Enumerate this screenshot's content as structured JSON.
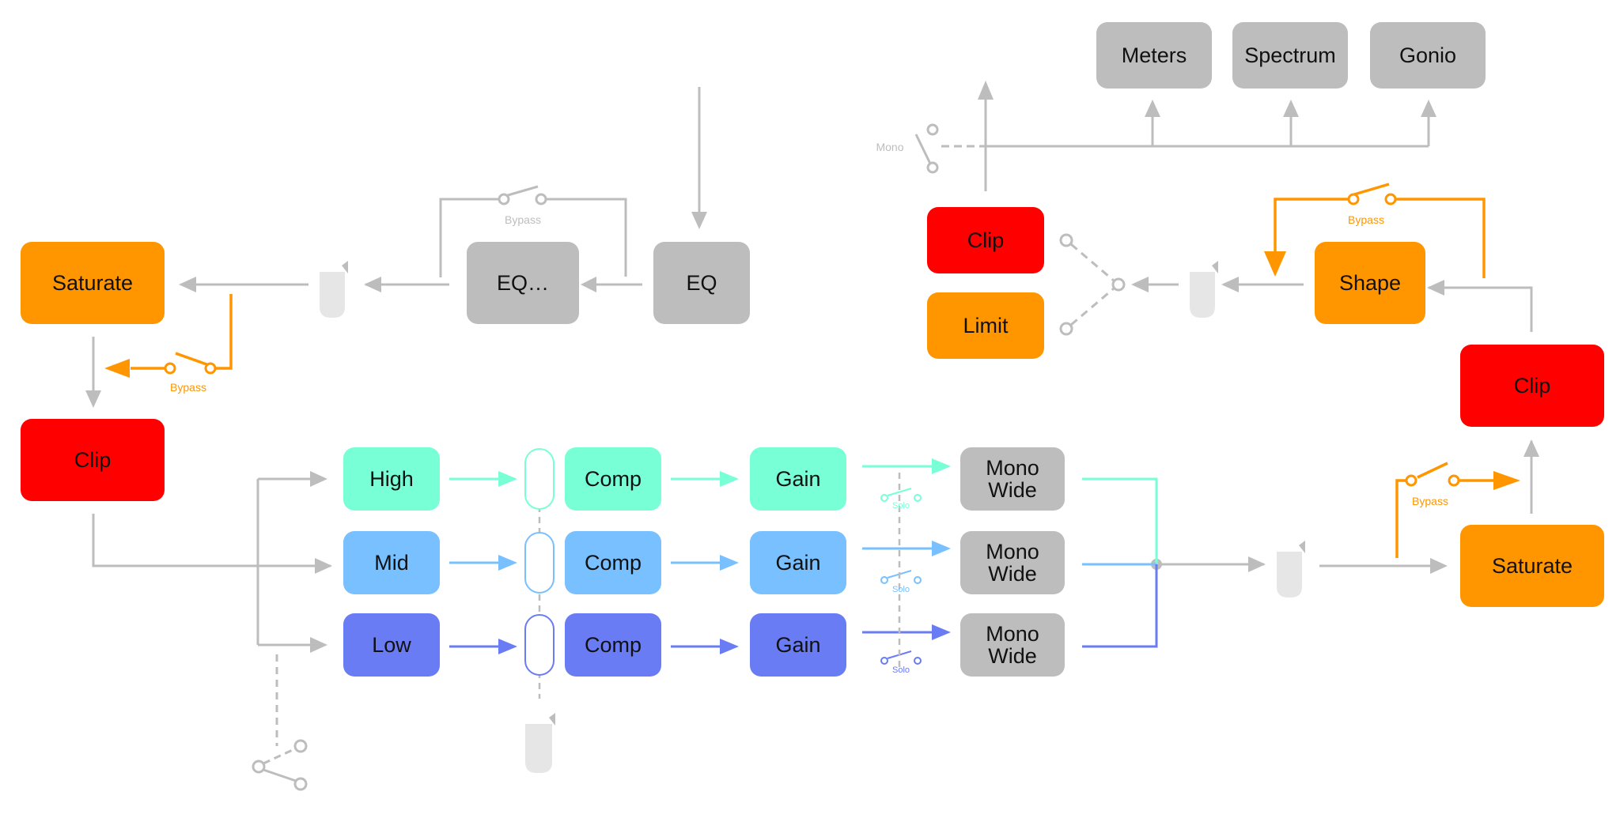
{
  "colors": {
    "grey_block": "#bdbdbd",
    "grey_line": "#bdbdbd",
    "orange": "#ff9600",
    "red": "#ff0000",
    "high": "#78ffd6",
    "mid": "#78c0ff",
    "low": "#6a7cf4"
  },
  "nodes": {
    "meters": "Meters",
    "spectrum": "Spectrum",
    "gonio": "Gonio",
    "eq_main": "EQ",
    "eq_more": "EQ…",
    "saturate_top": "Saturate",
    "clip_left": "Clip",
    "clip_mid": "Clip",
    "limit": "Limit",
    "shape": "Shape",
    "clip_right": "Clip",
    "saturate_right": "Saturate",
    "high": "High",
    "mid": "Mid",
    "low": "Low",
    "comp_high": "Comp",
    "comp_mid": "Comp",
    "comp_low": "Comp",
    "gain_high": "Gain",
    "gain_mid": "Gain",
    "gain_low": "Gain",
    "monowide_high": [
      "Mono",
      "Wide"
    ],
    "monowide_mid": [
      "Mono",
      "Wide"
    ],
    "monowide_low": [
      "Mono",
      "Wide"
    ]
  },
  "labels": {
    "bypass_eq": "Bypass",
    "bypass_saturate": "Bypass",
    "bypass_shape": "Bypass",
    "bypass_saturate_right": "Bypass",
    "solo_high": "Solo",
    "solo_mid": "Solo",
    "solo_low": "Solo",
    "mono": "Mono"
  }
}
